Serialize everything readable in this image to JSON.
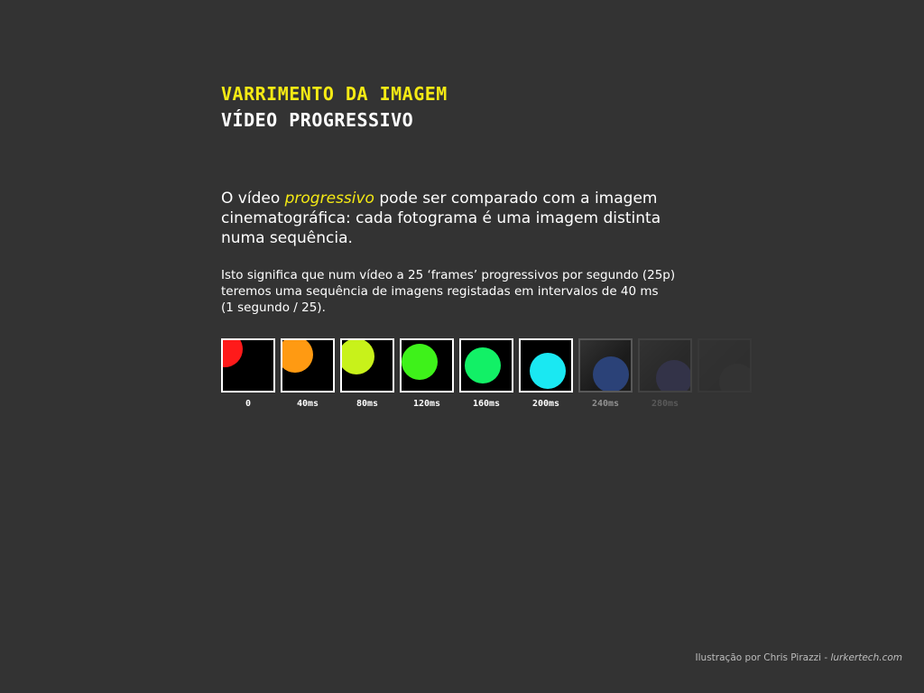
{
  "header": {
    "title": "VARRIMENTO DA IMAGEM",
    "subtitle": "VÍDEO PROGRESSIVO"
  },
  "body": {
    "lead_before": "O vídeo ",
    "lead_highlight": "progressivo",
    "lead_after": " pode ser comparado com a imagem cinematográfica: cada fotograma é uma imagem distinta numa sequência.",
    "detail_line1": "Isto significa que num vídeo a 25 ‘frames’ progressivos por segundo (25p)",
    "detail_line2": "teremos uma sequência de imagens registadas em intervalos de 40 ms",
    "detail_line3": "(1 segundo / 25)."
  },
  "colors": {
    "background": "#333333",
    "accent": "#f5ea14"
  },
  "frames": [
    {
      "label": "0",
      "color": "#ff1a1a",
      "opacity": 1.0
    },
    {
      "label": "40ms",
      "color": "#ff9a12",
      "opacity": 1.0
    },
    {
      "label": "80ms",
      "color": "#c8f21a",
      "opacity": 1.0
    },
    {
      "label": "120ms",
      "color": "#3ef21a",
      "opacity": 1.0
    },
    {
      "label": "160ms",
      "color": "#12f066",
      "opacity": 1.0
    },
    {
      "label": "200ms",
      "color": "#1ae8f2",
      "opacity": 1.0
    },
    {
      "label": "240ms",
      "color": "#2255cc",
      "opacity": 0.45
    },
    {
      "label": "280ms",
      "color": "#3333aa",
      "opacity": 0.18
    },
    {
      "label": "",
      "color": "#333333",
      "opacity": 0.06
    }
  ],
  "credit": {
    "prefix": "Ilustração por Chris Pirazzi - ",
    "site": "lurkertech.com"
  }
}
